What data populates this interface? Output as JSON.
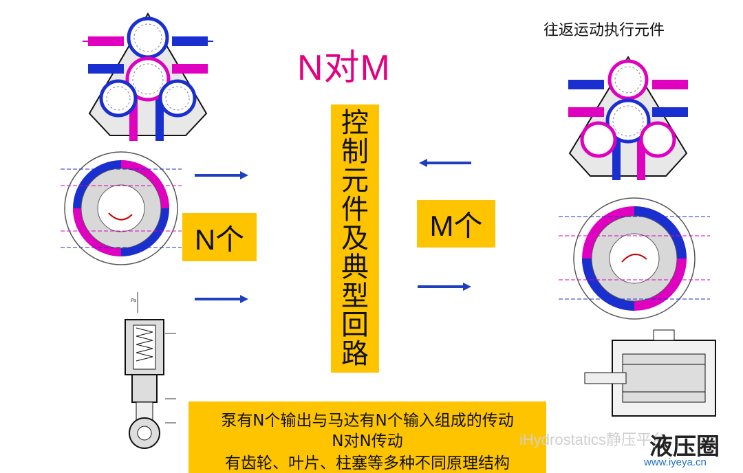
{
  "title": "N对M",
  "top_right_label": "往返运动执行元件",
  "center_label": "控制元件及典型回路",
  "left_box_label": "N个",
  "right_box_label": "M个",
  "bottom_box": {
    "line1": "泵有N个输出与马达有N个输入组成的传动",
    "line2": "N对N传动",
    "line3": "有齿轮、叶片、柱塞等多种不同原理结构"
  },
  "watermark": {
    "text": "iHydrostatics静压平台",
    "logo": "液压圈",
    "url": "www.iyeya.cn"
  },
  "colors": {
    "accent": "#ffc400",
    "title": "#e4007f",
    "arrow": "#1f3fbf",
    "magenta": "#e000c0",
    "blue": "#1a2fd0"
  }
}
